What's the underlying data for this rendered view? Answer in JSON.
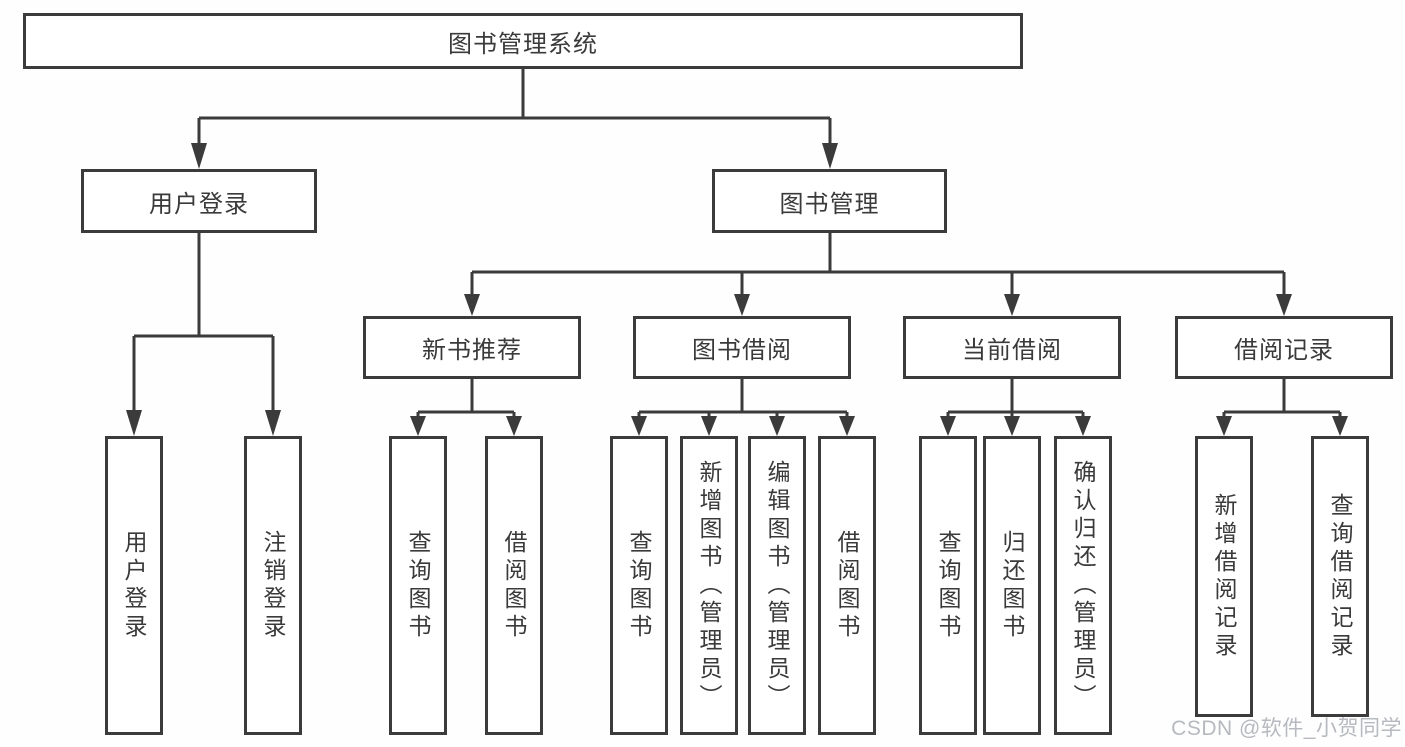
{
  "nodes": {
    "root": "图书管理系统",
    "user_login": "用户登录",
    "book_management": "图书管理",
    "new_book_recommend": "新书推荐",
    "book_borrow": "图书借阅",
    "current_borrow": "当前借阅",
    "borrow_records": "借阅记录",
    "leaf_user_login": "用户登录",
    "leaf_logout": "注销登录",
    "leaf_query_books_recommend": "查询图书",
    "leaf_borrow_books_recommend": "借阅图书",
    "leaf_query_books_borrow": "查询图书",
    "leaf_add_book_admin": "新增图书（管理员）",
    "leaf_edit_book_admin": "编辑图书（管理员）",
    "leaf_borrow_books_borrow": "借阅图书",
    "leaf_query_books_current": "查询图书",
    "leaf_return_book": "归还图书",
    "leaf_confirm_return_admin": "确认归还（管理员）",
    "leaf_add_borrow_record": "新增借阅记录",
    "leaf_query_borrow_record": "查询借阅记录"
  },
  "watermark": "CSDN @软件_小贺同学",
  "colors": {
    "line": "#3b3b3b",
    "text": "#3a3a3a",
    "watermark": "#b6b9bf",
    "background": "#fefefe"
  }
}
